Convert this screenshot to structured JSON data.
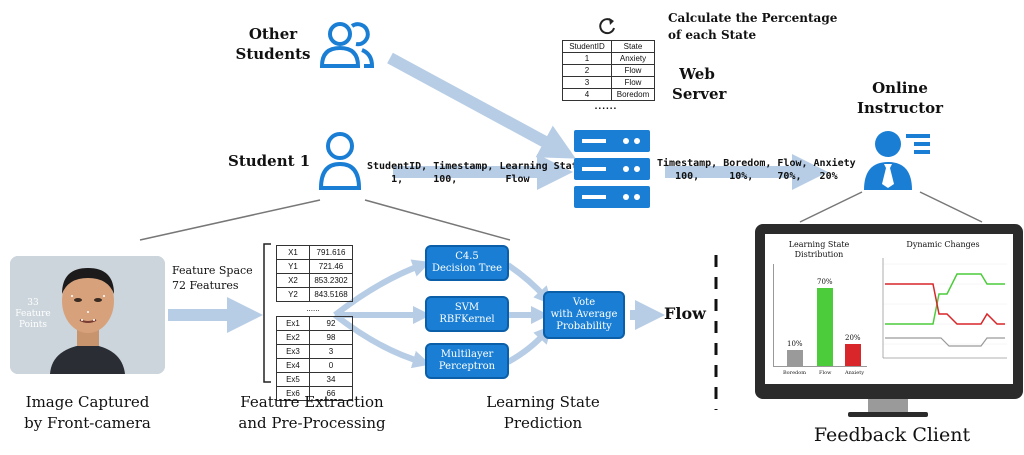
{
  "labels": {
    "other_students": [
      "Other",
      "Students"
    ],
    "student_1": "Student 1",
    "calc_percentage": [
      "Calculate the Percentage",
      "of each State"
    ],
    "web_server": [
      "Web",
      "Server"
    ],
    "online_instructor": [
      "Online",
      "Instructor"
    ],
    "feature_space": [
      "Feature Space",
      "72 Features"
    ],
    "feature_points": [
      "33",
      "Feature",
      "Points"
    ],
    "image_captured": [
      "Image Captured",
      "by Front-camera"
    ],
    "feature_extraction": [
      "Feature Extraction",
      "and Pre-Processing"
    ],
    "learning_state_prediction": [
      "Learning State",
      "Prediction"
    ],
    "flow": "Flow",
    "feedback_client": "Feedback Client",
    "ellipsis": "......",
    "dots": "......"
  },
  "upload_text": [
    "StudentID, Timestamp, Learning State",
    "    1,     100,        Flow"
  ],
  "download_text": [
    "Timestamp, Boredom, Flow, Anxiety",
    "   100,     10%,    70%,   20%"
  ],
  "state_table": {
    "headers": [
      "StudentID",
      "State"
    ],
    "rows": [
      [
        "1",
        "Anxiety"
      ],
      [
        "2",
        "Flow"
      ],
      [
        "3",
        "Flow"
      ],
      [
        "4",
        "Boredom"
      ]
    ]
  },
  "feature_table": {
    "top": [
      [
        "X1",
        "791.616"
      ],
      [
        "Y1",
        "721.46"
      ],
      [
        "X2",
        "853.2302"
      ],
      [
        "Y2",
        "843.5168"
      ]
    ],
    "bottom": [
      [
        "Ex1",
        "92"
      ],
      [
        "Ex2",
        "98"
      ],
      [
        "Ex3",
        "3"
      ],
      [
        "Ex4",
        "0"
      ],
      [
        "Ex5",
        "34"
      ],
      [
        "Ex6",
        "66"
      ]
    ]
  },
  "classifiers": [
    [
      "C4.5",
      "Decision Tree"
    ],
    [
      "SVM",
      "RBFKernel"
    ],
    [
      "Multilayer",
      "Perceptron"
    ]
  ],
  "vote": [
    "Vote",
    "with Average",
    "Probability"
  ],
  "monitor": {
    "dist_title": [
      "Learning State",
      "Distribution"
    ],
    "dist_bars": [
      {
        "name": "Boredom",
        "value": "10%",
        "color": "#9a9a9a"
      },
      {
        "name": "Flow",
        "value": "70%",
        "color": "#4ccc3a"
      },
      {
        "name": "Anxiety",
        "value": "20%",
        "color": "#d8262a"
      }
    ],
    "changes_title": "Dynamic Changes"
  },
  "colors": {
    "accent": "#1a7fd4",
    "arrow": "#b7cde6"
  }
}
